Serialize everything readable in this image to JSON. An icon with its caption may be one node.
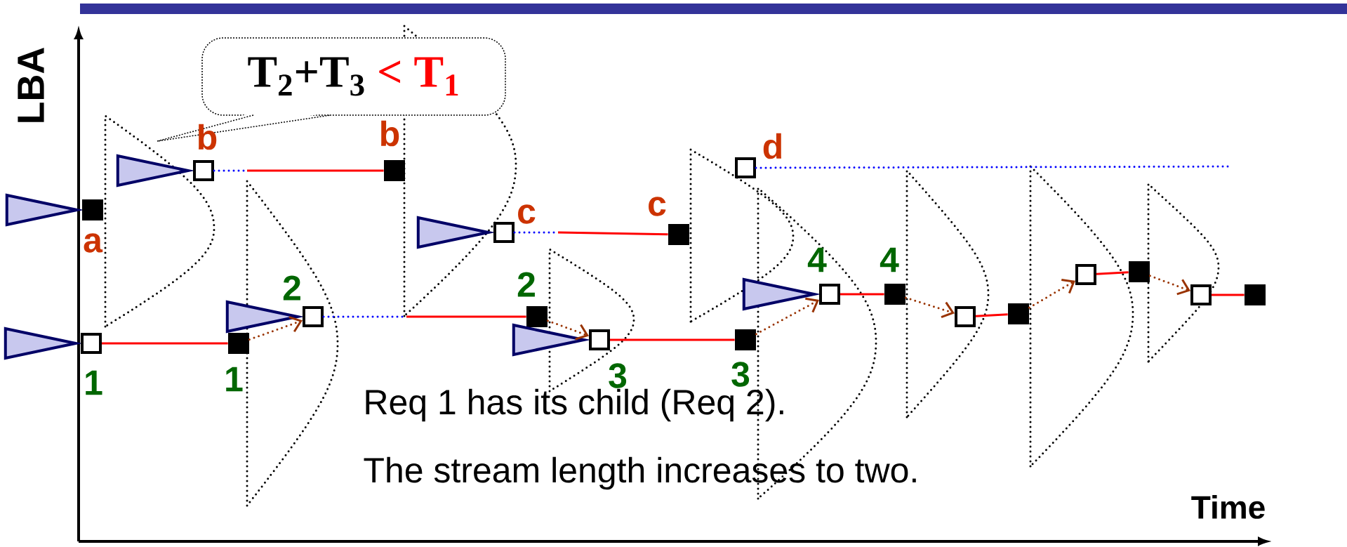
{
  "diagram": {
    "nodes": [
      {
        "text": [
          "T$_{2}$+T$_{3}$",
          "< T$_{1}$"
        ]
      },
      {
        "text": [],
        "shape": "triangle"
      },
      {
        "text": [],
        "shape": "box",
        "beside": [
          "a"
        ]
      },
      {
        "text": [],
        "shape": "triangle"
      },
      {
        "text": [],
        "shape": "box",
        "beside": [
          "1"
        ]
      },
      {
        "text": [],
        "shape": "box",
        "beside": [
          "1"
        ]
      },
      {
        "text": [],
        "shape": "triangle"
      },
      {
        "text": [],
        "shape": "box",
        "beside": [
          "b"
        ]
      },
      {
        "text": [],
        "shape": "box",
        "beside": [
          "b"
        ]
      },
      {
        "text": [],
        "shape": "triangle"
      },
      {
        "text": [],
        "shape": "box",
        "beside": [
          "2"
        ]
      },
      {
        "text": [],
        "shape": "triangle"
      },
      {
        "text": [],
        "shape": "box",
        "beside": [
          "c"
        ]
      },
      {
        "text": [],
        "shape": "box",
        "beside": [
          "c"
        ]
      },
      {
        "text": [],
        "shape": "box",
        "beside": [
          "2"
        ]
      },
      {
        "text": [],
        "shape": "triangle"
      },
      {
        "text": [],
        "shape": "box",
        "beside": [
          "3"
        ]
      },
      {
        "text": [],
        "shape": "box",
        "beside": [
          "3"
        ]
      },
      {
        "text": [],
        "shape": "box",
        "beside": [
          "d"
        ]
      },
      {
        "text": [],
        "shape": "triangle"
      },
      {
        "text": [],
        "shape": "box",
        "beside": [
          "4"
        ]
      },
      {
        "text": [],
        "shape": "box",
        "beside": [
          "4"
        ]
      },
      {
        "text": [],
        "shape": "box"
      },
      {
        "text": [],
        "shape": "box"
      },
      {
        "text": [],
        "shape": "box"
      },
      {
        "text": [],
        "shape": "box"
      },
      {
        "text": [],
        "shape": "box"
      },
      {
        "text": [],
        "shape": "box"
      }
    ],
    "edges": [
      {
        "from": 4,
        "to": 5,
        "arrow": "none"
      },
      {
        "from": 7,
        "to": 8,
        "arrow": "none"
      },
      {
        "from": 10,
        "to": 14,
        "arrow": "none"
      },
      {
        "from": 12,
        "to": 13,
        "arrow": "none"
      },
      {
        "from": 16,
        "to": 17,
        "arrow": "none"
      },
      {
        "from": 20,
        "to": 21,
        "arrow": "none"
      },
      {
        "from": 22,
        "to": 23,
        "arrow": "none"
      },
      {
        "from": 24,
        "to": 25,
        "arrow": "none"
      },
      {
        "from": 26,
        "to": 27,
        "arrow": "none"
      },
      {
        "from": 5,
        "to": 10,
        "arrow": "to",
        "style": "dashed",
        "color": "#993300"
      },
      {
        "from": 14,
        "to": 16,
        "arrow": "to",
        "style": "dashed",
        "color": "#993300"
      },
      {
        "from": 17,
        "to": 20,
        "arrow": "to",
        "style": "dashed",
        "color": "#993300"
      },
      {
        "from": 21,
        "to": 22,
        "arrow": "to",
        "style": "dashed",
        "color": "#993300"
      },
      {
        "from": 23,
        "to": 24,
        "arrow": "to",
        "style": "dashed",
        "color": "#993300"
      },
      {
        "from": 25,
        "to": 26,
        "arrow": "to",
        "style": "dashed",
        "color": "#993300"
      },
      {
        "from": 18,
        "to": null,
        "arrow": "none",
        "style": "dashed",
        "color": "#0000ff"
      }
    ],
    "labels": [
      "LBA",
      "Time",
      "Req 1 has its child (Req 2).",
      "The stream length increases to two."
    ]
  }
}
